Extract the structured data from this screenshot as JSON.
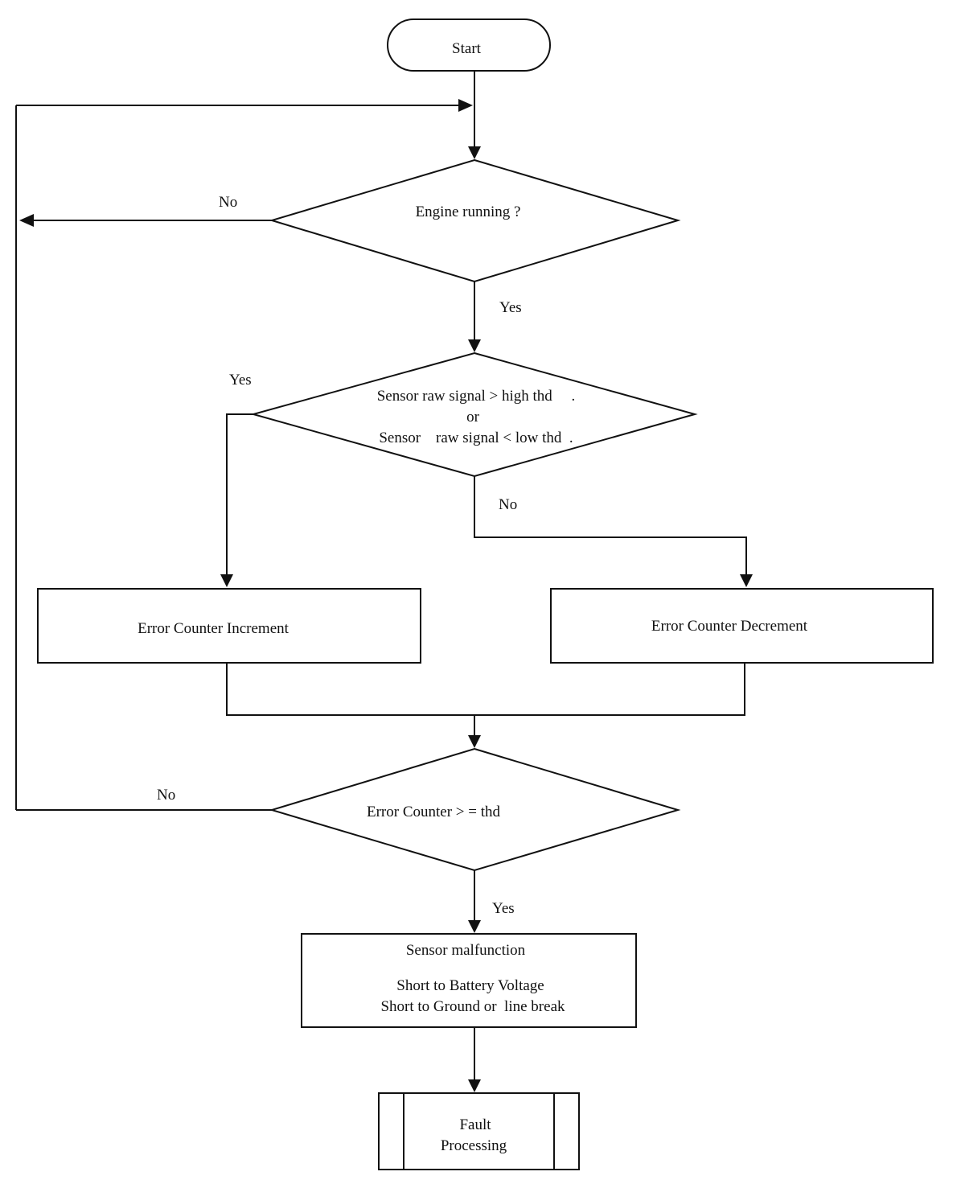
{
  "nodes": {
    "start": {
      "label": "Start"
    },
    "engine_check": {
      "label": "Engine running ?"
    },
    "sensor_check": {
      "line1": "Sensor raw signal > high thd     .",
      "line2": "or",
      "line3": "Sensor    raw signal < low thd  ."
    },
    "increment": {
      "label": "Error Counter Increment"
    },
    "decrement": {
      "label": "Error Counter Decrement"
    },
    "counter_check": {
      "label": "Error Counter > = thd"
    },
    "malfunction": {
      "title": "Sensor malfunction",
      "line1": "Short to Battery Voltage",
      "line2": "Short to Ground or  line break"
    },
    "fault": {
      "line1": "Fault",
      "line2": "Processing"
    }
  },
  "edge_labels": {
    "engine_no": "No",
    "engine_yes": "Yes",
    "sensor_yes": "Yes",
    "sensor_no": "No",
    "counter_no": "No",
    "counter_yes": "Yes"
  }
}
